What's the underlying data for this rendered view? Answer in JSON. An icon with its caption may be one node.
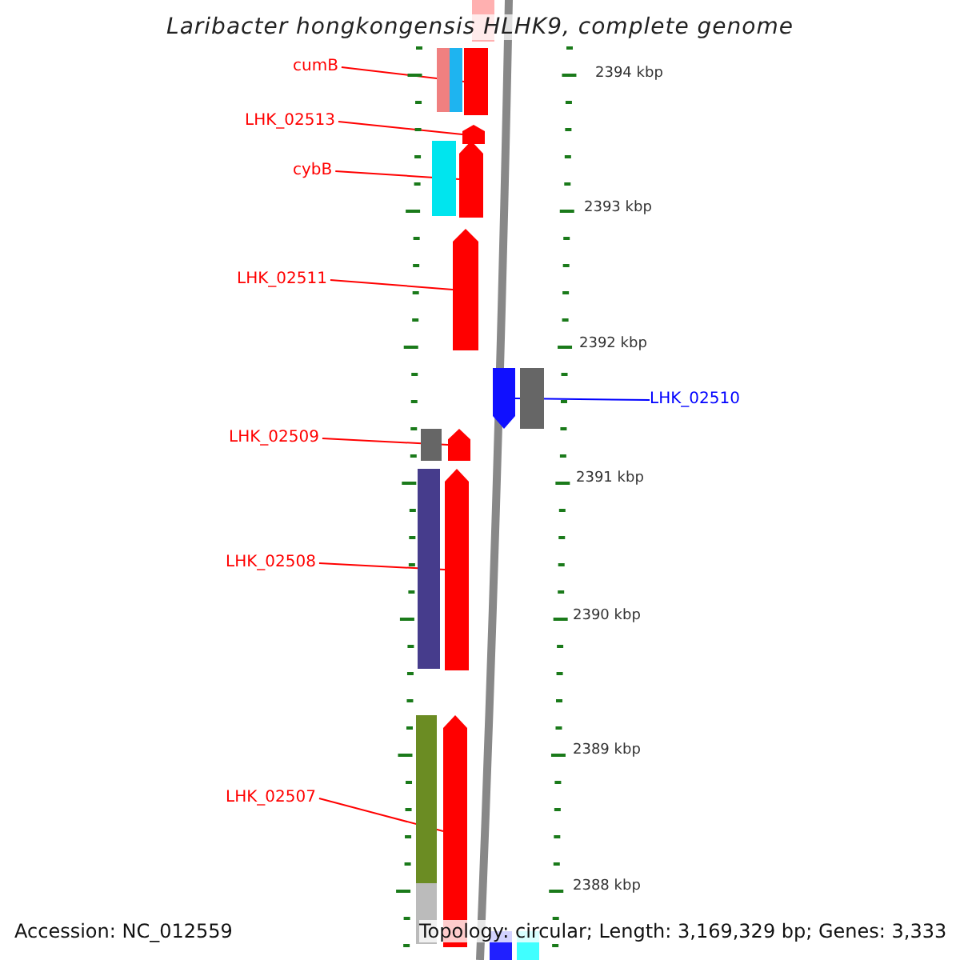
{
  "diagram": {
    "title": "Laribacter hongkongensis HLHK9, complete genome",
    "nodes": [
      {
        "text": [
          "cumB"
        ]
      },
      {
        "text": [],
        "shape": "bar"
      },
      {
        "text": [
          "LHK_02513"
        ]
      },
      {
        "text": [],
        "shape": "bar"
      },
      {
        "text": [
          "cybB"
        ]
      },
      {
        "text": [],
        "shape": "bar"
      },
      {
        "text": [
          "LHK_02511"
        ]
      },
      {
        "text": [],
        "shape": "bar"
      },
      {
        "text": [
          "LHK_02510"
        ]
      },
      {
        "text": [],
        "shape": "bar"
      },
      {
        "text": [
          "LHK_02509"
        ]
      },
      {
        "text": [],
        "shape": "bar"
      },
      {
        "text": [
          "LHK_02508"
        ]
      },
      {
        "text": [],
        "shape": "bar"
      },
      {
        "text": [
          "LHK_02507"
        ]
      },
      {
        "text": [],
        "shape": "bar"
      }
    ],
    "edges": [
      {
        "from": 0,
        "to": 1,
        "arrow": "none"
      },
      {
        "from": 2,
        "to": 3,
        "arrow": "none"
      },
      {
        "from": 4,
        "to": 5,
        "arrow": "none"
      },
      {
        "from": 6,
        "to": 7,
        "arrow": "none"
      },
      {
        "from": 8,
        "to": 9,
        "arrow": "none",
        "color": "#0000ff"
      },
      {
        "from": 10,
        "to": 11,
        "arrow": "none"
      },
      {
        "from": 12,
        "to": 13,
        "arrow": "none"
      },
      {
        "from": 14,
        "to": 15,
        "arrow": "none"
      }
    ],
    "labels": [
      "2394 kbp",
      "2393 kbp",
      "2392 kbp",
      "2391 kbp",
      "2390 kbp",
      "2389 kbp",
      "2388 kbp",
      "Accession: NC_012559",
      "Topology: circular; Length: 3,169,329 bp; Genes: 3,333"
    ]
  }
}
